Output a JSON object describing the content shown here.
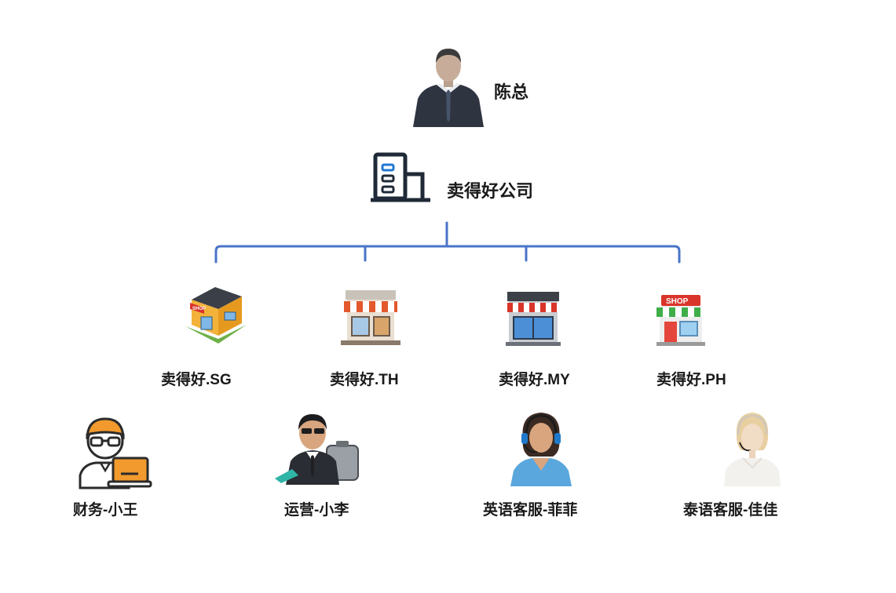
{
  "top": {
    "name": "陈总",
    "icon": "businessman-icon"
  },
  "company": {
    "name": "卖得好公司",
    "icon": "building-icon"
  },
  "connector_color": "#4a74c9",
  "stores": [
    {
      "label": "卖得好.SG",
      "icon": "shop-building-icon"
    },
    {
      "label": "卖得好.TH",
      "icon": "storefront-awning-icon"
    },
    {
      "label": "卖得好.MY",
      "icon": "storefront-gray-icon"
    },
    {
      "label": "卖得好.PH",
      "icon": "shop-green-awning-icon"
    }
  ],
  "shop_sign_text": "SHOP",
  "staff": [
    {
      "label": "财务-小王",
      "icon": "finance-worker-icon"
    },
    {
      "label": "运营-小李",
      "icon": "operator-icon"
    },
    {
      "label": "英语客服-菲菲",
      "icon": "customer-service-headset-icon"
    },
    {
      "label": "泰语客服-佳佳",
      "icon": "customer-service-headset-icon"
    }
  ]
}
